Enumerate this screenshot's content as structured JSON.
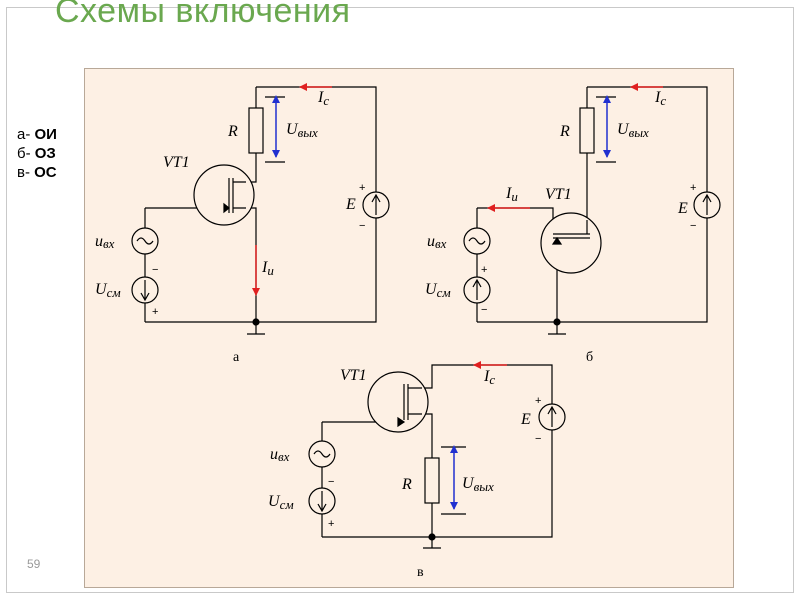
{
  "slide": {
    "title": "Схемы включения",
    "page_number": "59"
  },
  "legend": [
    {
      "prefix": "а- ",
      "text": "ОИ"
    },
    {
      "prefix": "б- ",
      "text": "ОЗ"
    },
    {
      "prefix": "в- ",
      "text": "ОС"
    }
  ],
  "labels": {
    "transistor": "VT1",
    "resistor": "R",
    "source_e": "E",
    "current_drain": {
      "main": "I",
      "sub": "c"
    },
    "current_source": {
      "main": "I",
      "sub": "и"
    },
    "u_out": {
      "main": "U",
      "sub": "вых"
    },
    "u_in": {
      "main": "u",
      "sub": "вх"
    },
    "u_bias": {
      "main": "U",
      "sub": "см"
    },
    "plus": "+",
    "minus": "−"
  },
  "captions": {
    "a": "а",
    "b": "б",
    "c": "в"
  },
  "colors": {
    "title": "#6aa84f",
    "panel_bg": "#fdf0e4",
    "current_arrow": "#e02020",
    "voltage_arrow": "#2030d0",
    "wire": "#000000"
  }
}
